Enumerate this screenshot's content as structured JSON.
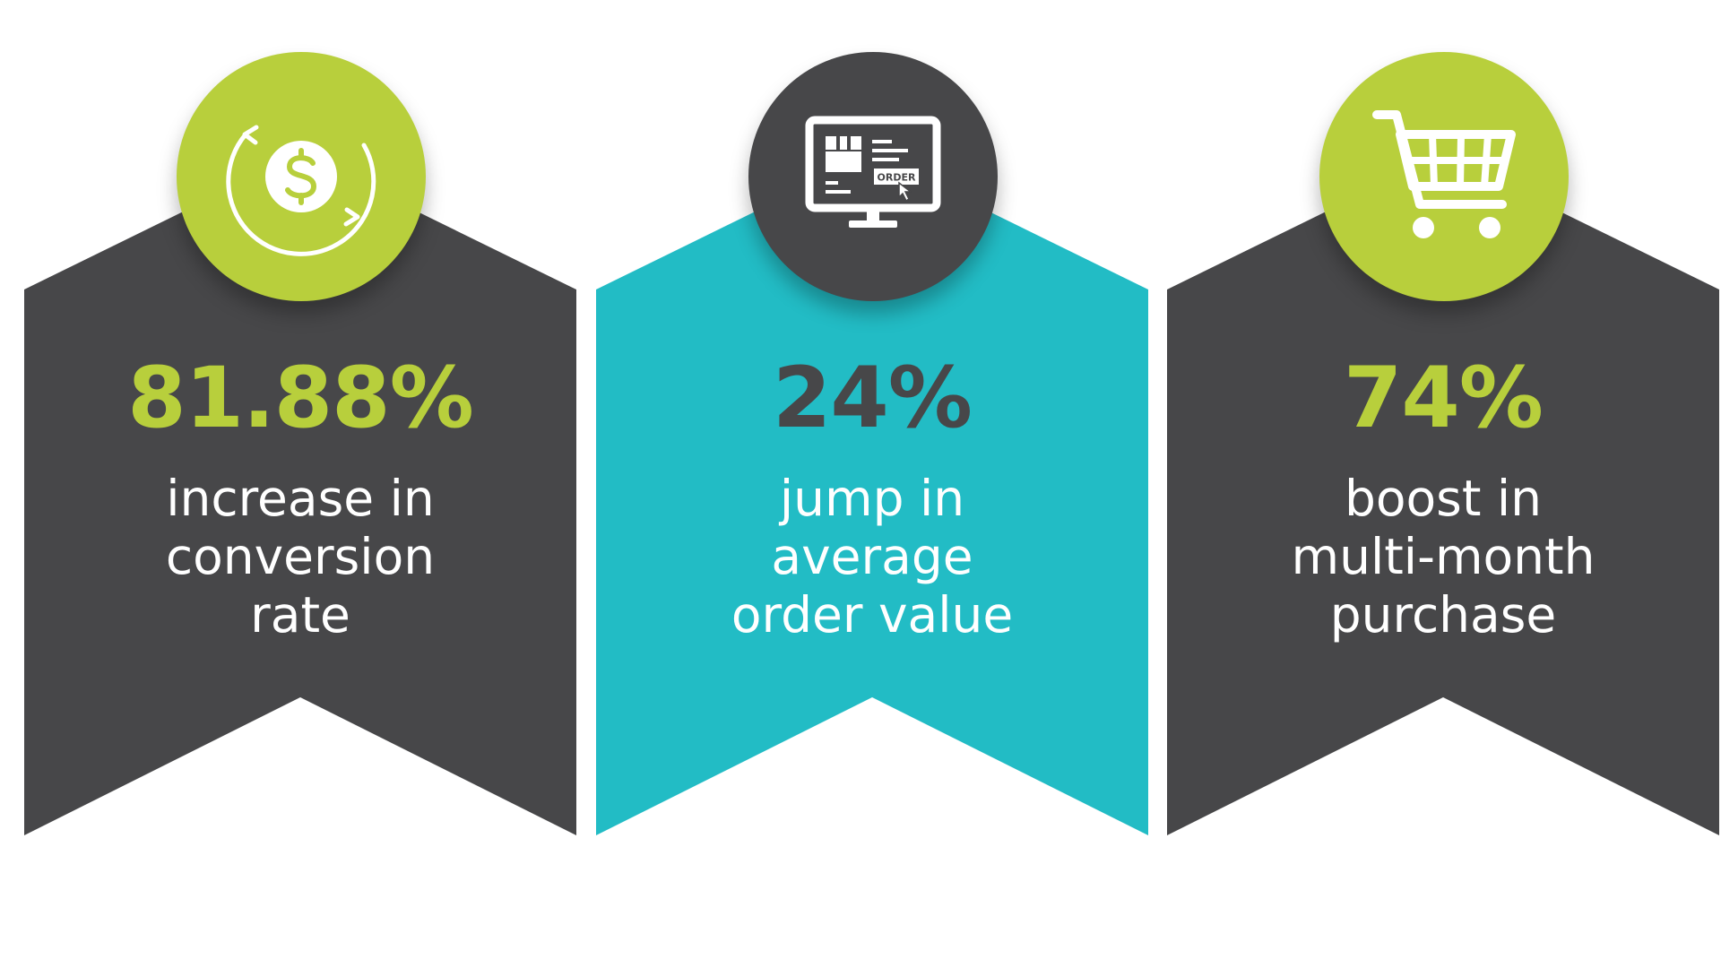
{
  "colors": {
    "dark": "#474749",
    "teal": "#22bcc5",
    "lime": "#b8cf3c",
    "white": "#ffffff"
  },
  "cards": [
    {
      "stat": "81.88%",
      "desc_lines": [
        "increase in",
        "conversion",
        "rate"
      ],
      "icon": "dollar-cycle-icon"
    },
    {
      "stat": "24%",
      "desc_lines": [
        "jump in",
        "average",
        "order value"
      ],
      "icon": "order-monitor-icon",
      "icon_text": "ORDER"
    },
    {
      "stat": "74%",
      "desc_lines": [
        "boost in",
        "multi-month",
        "purchase"
      ],
      "icon": "shopping-cart-icon"
    }
  ]
}
